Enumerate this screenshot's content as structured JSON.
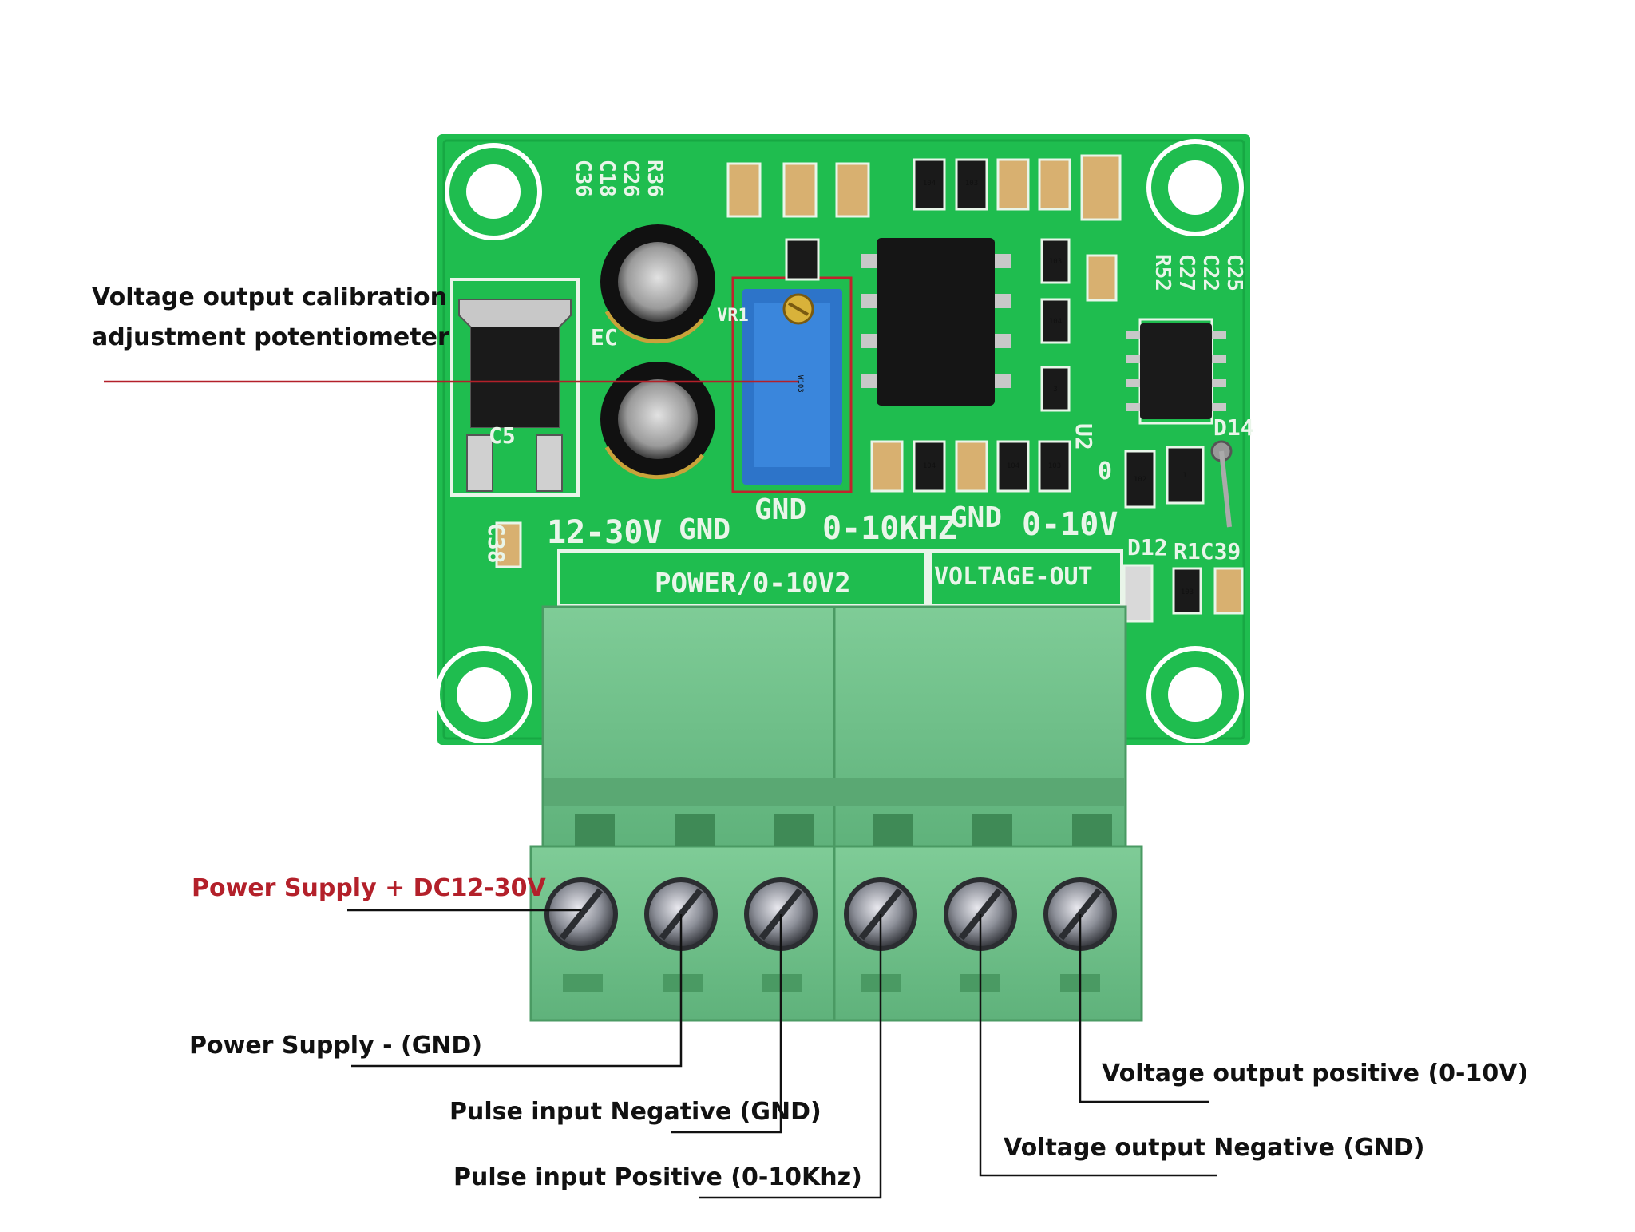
{
  "labels": {
    "pot": [
      "Voltage output calibration",
      "adjustment potentiometer"
    ],
    "power_plus": "Power Supply + DC12-30V",
    "power_minus": "Power Supply - (GND)",
    "pulse_neg": "Pulse input Negative (GND)",
    "pulse_pos": "Pulse input Positive   (0-10Khz)",
    "vout_pos": "Voltage output positive (0-10V)",
    "vout_neg": "Voltage output Negative  (GND)"
  },
  "board": {
    "silk_12_30v": "12-30V",
    "silk_gnd1": "GND",
    "silk_gnd2": "GND",
    "silk_freq": "0-10KHZ",
    "silk_gnd3": "GND",
    "silk_010v": "0-10V",
    "silk_power": "POWER/0-10V2",
    "silk_vout": "VOLTAGE-OUT",
    "silk_c38": "C38",
    "silk_c5": "C5",
    "silk_ec": "EC",
    "silk_u2": "U2",
    "silk_d14": "D14",
    "silk_d12": "D12",
    "silk_r1c": "R1C39",
    "silk_vr": "VR1",
    "silk_top_left": [
      "C36",
      "C18",
      "C26",
      "R36"
    ],
    "silk_top_right": [
      "R52",
      "C27",
      "C22",
      "C25"
    ],
    "smd_104": "104",
    "smd_103": "103",
    "smd_102": "102",
    "smd_3": "3",
    "smd_1": "1",
    "smd_0": "0",
    "pot_mark": "W103"
  },
  "colors": {
    "pcb": "#1fbd4f",
    "terminal": "#6fc28a",
    "accent_red": "#b3202a"
  }
}
